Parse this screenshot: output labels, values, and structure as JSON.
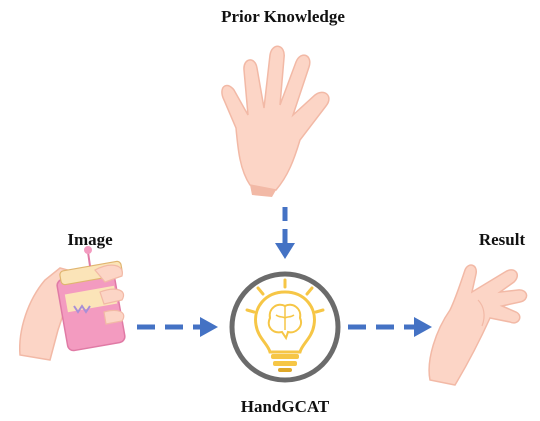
{
  "labels": {
    "prior": "Prior Knowledge",
    "input": "Image",
    "output": "Result",
    "model": "HandGCAT"
  },
  "icons": {
    "top": "open-hand-icon",
    "left": "hand-holding-cup-icon",
    "right": "reaching-hand-icon",
    "center": "lightbulb-brain-icon"
  },
  "colors": {
    "arrow": "#4472c4",
    "skin": "#fcd5c6",
    "skin_shadow": "#f2b9a6",
    "bulb": "#f6c646",
    "ring": "#6b6b6b",
    "cup": "#f39bc0"
  }
}
